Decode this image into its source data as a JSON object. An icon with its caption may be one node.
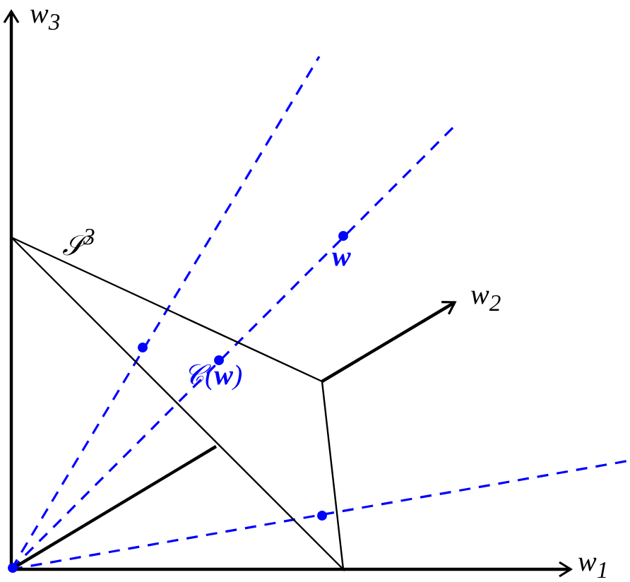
{
  "diagram": {
    "labels": [
      "*w*$_{3}$",
      "𝒮$^{3}$",
      "**w**",
      "*w*$_{2}$",
      "𝒞(**w**)",
      "*w*$_{1}$"
    ]
  }
}
